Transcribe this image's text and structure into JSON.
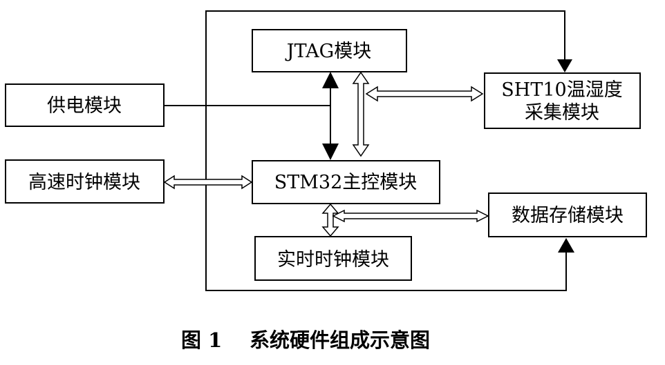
{
  "diagram": {
    "modules": {
      "jtag": "JTAG模块",
      "sht10_line1": "SHT10温湿度",
      "sht10_line2": "采集模块",
      "power": "供电模块",
      "hs_clock": "高速时钟模块",
      "stm32": "STM32主控模块",
      "storage": "数据存储模块",
      "rtc": "实时时钟模块"
    },
    "caption": {
      "number": "图 1",
      "text": "系统硬件组成示意图"
    }
  }
}
